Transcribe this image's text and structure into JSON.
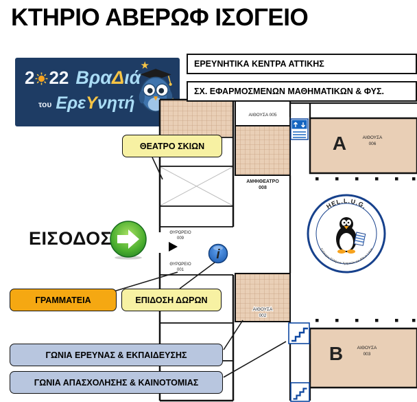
{
  "page": {
    "title": "ΚΤΗΡΙΟ ΑΒΕΡΩΦ ΙΣΟΓΕΙΟ"
  },
  "logo": {
    "year_first": "2",
    "year_rest": "22",
    "title_a": "Βρα",
    "title_b": "Δ",
    "title_c": "ιά",
    "sub_small": "του",
    "sub_a": "Ερε",
    "sub_b": "Υ",
    "sub_c": "νητή"
  },
  "callouts": {
    "research_centers": "ΕΡΕΥΝΗΤΙΚΑ ΚΕΝΤΡΑ ΑΤΤΙΚΗΣ",
    "applied_school": "ΣΧ. ΕΦΑΡΜΟΣΜΕΝΩΝ ΜΑΘΗΜΑΤΙΚΩΝ & ΦΥΣ.",
    "shadow_theatre": "ΘΕΑΤΡΟ ΣΚΙΩΝ",
    "entrance": "ΕΙΣΟΔΟΣ",
    "secretariat": "ΓΡΑΜΜΑΤΕΙΑ",
    "gift_handout": "ΕΠΙΔΟΣΗ ΔΩΡΩΝ",
    "research_education_corner": "ΓΩΝΙΑ ΕΡΕΥΝΑΣ & ΕΚΠΑΙΔΕΥΣΗΣ",
    "employment_innovation_corner": "ΓΩΝΙΑ ΑΠΑΣΧΟΛΗΣΗΣ & ΚΑΙΝΟΤΟΜΙΑΣ"
  },
  "plan": {
    "room_005": "ΑΙΘΟΥΣΑ 005",
    "amphitheatre_line1": "ΑΜΦΙΘΕΑΤΡΟ",
    "amphitheatre_line2": "008",
    "room_a_letter": "A",
    "room_a_line1": "ΑΙΘΟΥΣΑ",
    "room_a_line2": "006",
    "porter_top_line1": "ΘΥΡΩΡΕΙΟ",
    "porter_top_line2": "009",
    "porter_bottom_line1": "ΘΥΡΩΡΕΙΟ",
    "porter_bottom_line2": "001",
    "room_002_line1": "ΑΙΘΟΥΣΑ",
    "room_002_line2": "002",
    "room_b_letter": "B",
    "room_b_line1": "ΑΙΘΟΥΣΑ",
    "room_b_line2": "003",
    "hellug_name": "HEL.L.U.G.",
    "hellug_tagline": "Σύλλογος Ελλήνων Χρηστών και Φίλων Linux"
  },
  "icons": {
    "star": "★",
    "info_glyph": "i"
  },
  "colors": {
    "navy": "#1e3c64",
    "light_blue_text": "#aadcf5",
    "accent_yellow": "#f6c445",
    "yellow_box": "#f7f1a3",
    "orange_box": "#f5a812",
    "blue_box": "#b8c6df",
    "room_tan": "#e9cfb6",
    "hellug_blue": "#17418c",
    "entrance_green": "#3f9d2f",
    "icon_blue": "#1565c0"
  }
}
